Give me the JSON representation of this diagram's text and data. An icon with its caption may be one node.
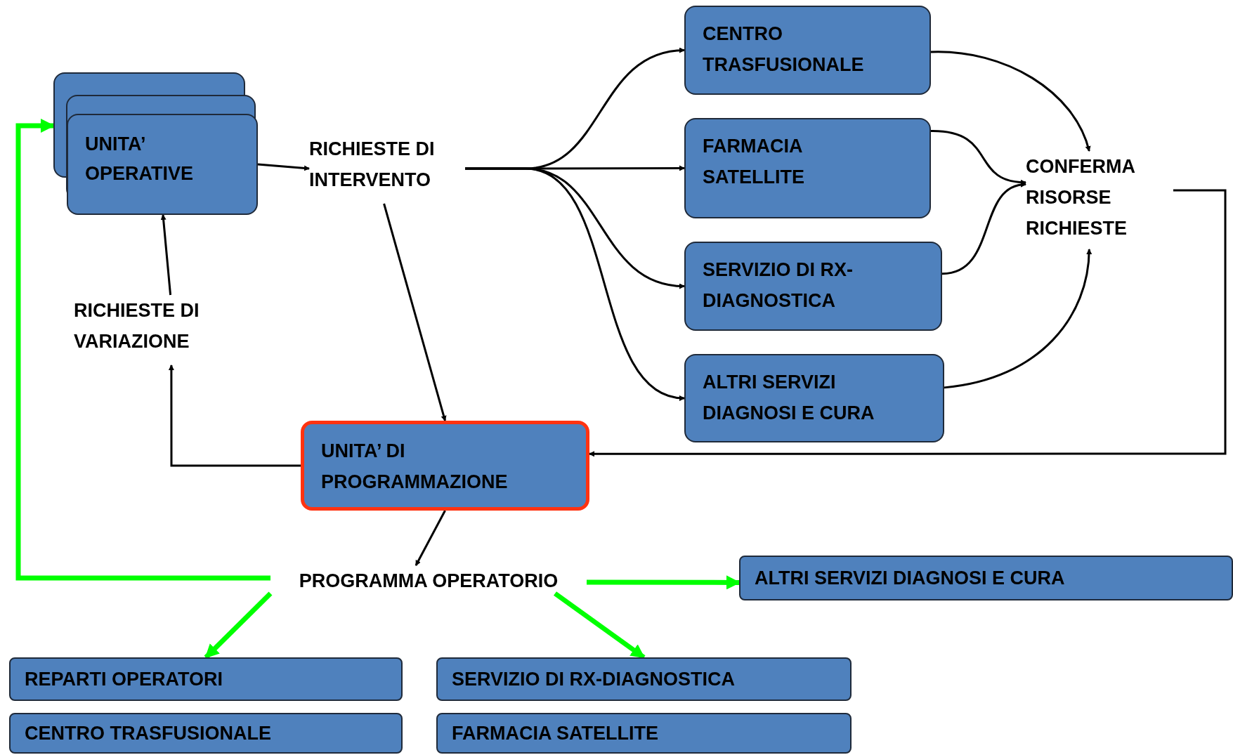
{
  "diagram": {
    "nodes": [
      {
        "text": [
          "UNITA’ OPERATIVE"
        ]
      },
      {
        "text": [
          "RICHIESTE DI INTERVENTO"
        ]
      },
      {
        "text": [
          "CENTRO TRASFUSIONALE"
        ]
      },
      {
        "text": [
          "FARMACIA SATELLITE"
        ]
      },
      {
        "text": [
          "SERVIZIO DI RX-DIAGNOSTICA"
        ]
      },
      {
        "text": [
          "ALTRI SERVIZI DIAGNOSI E CURA"
        ]
      },
      {
        "text": [
          "CONFERMA RISORSE RICHIESTE"
        ]
      },
      {
        "text": [
          "RICHIESTE DI VARIAZIONE"
        ]
      },
      {
        "text": [
          "UNITA’ DI PROGRAMMAZIONE"
        ]
      },
      {
        "text": [
          "PROGRAMMA OPERATORIO"
        ]
      },
      {
        "text": [
          "ALTRI SERVIZI DIAGNOSI E CURA"
        ]
      },
      {
        "text": [
          "REPARTI OPERATORI"
        ]
      },
      {
        "text": [
          "CENTRO TRASFUSIONALE"
        ]
      },
      {
        "text": [
          "SERVIZIO DI RX-DIAGNOSTICA"
        ]
      },
      {
        "text": [
          "FARMACIA SATELLITE"
        ]
      }
    ],
    "edges": [
      {
        "from": 0,
        "to": 1,
        "arrow": "to"
      },
      {
        "from": 1,
        "to": 2,
        "arrow": "to"
      },
      {
        "from": 1,
        "to": 3,
        "arrow": "to"
      },
      {
        "from": 1,
        "to": 4,
        "arrow": "to"
      },
      {
        "from": 1,
        "to": 5,
        "arrow": "to"
      },
      {
        "from": 2,
        "to": 6,
        "arrow": "to"
      },
      {
        "from": 3,
        "to": 6,
        "arrow": "to"
      },
      {
        "from": 4,
        "to": 6,
        "arrow": "to"
      },
      {
        "from": 5,
        "to": 6,
        "arrow": "to"
      },
      {
        "from": 6,
        "to": 8,
        "arrow": "to"
      },
      {
        "from": 1,
        "to": 8,
        "arrow": "to"
      },
      {
        "from": 8,
        "to": 7,
        "arrow": "to"
      },
      {
        "from": 7,
        "to": 0,
        "arrow": "to"
      },
      {
        "from": 8,
        "to": 9,
        "arrow": "to"
      },
      {
        "from": 9,
        "to": 0,
        "arrow": "to",
        "style": "thick",
        "color": "#00ff00"
      },
      {
        "from": 9,
        "to": 10,
        "arrow": "to",
        "style": "thick",
        "color": "#00ff00"
      },
      {
        "from": 9,
        "to": 11,
        "arrow": "to",
        "style": "thick",
        "color": "#00ff00"
      },
      {
        "from": 9,
        "to": 13,
        "arrow": "to",
        "style": "thick",
        "color": "#00ff00"
      }
    ]
  }
}
